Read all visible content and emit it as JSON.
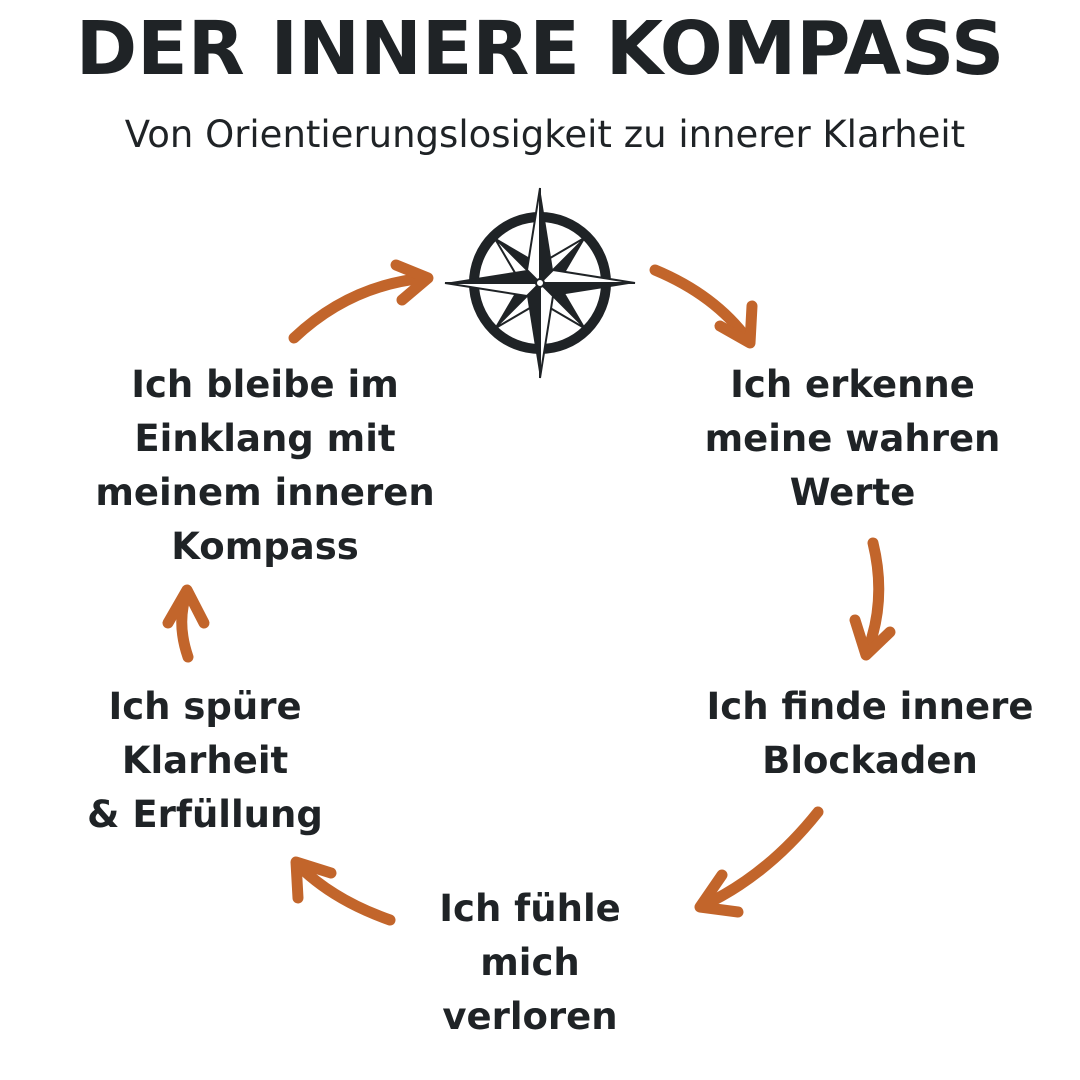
{
  "header": {
    "title": "DER INNERE KOMPASS",
    "subtitle": "Von Orientierungslosigkeit zu innerer Klarheit"
  },
  "cycle": {
    "center_icon": "compass-rose-icon",
    "arrow_color": "#c2652b",
    "text_color": "#1f2326",
    "steps": [
      "Ich erkenne\nmeine wahren\nWerte",
      "Ich finde innere\nBlockaden",
      "Ich fühle\nmich\nverloren",
      "Ich spüre\nKlarheit\n& Erfüllung",
      "Ich bleibe im\nEinklang mit\nmeinem inneren\nKompass"
    ]
  }
}
